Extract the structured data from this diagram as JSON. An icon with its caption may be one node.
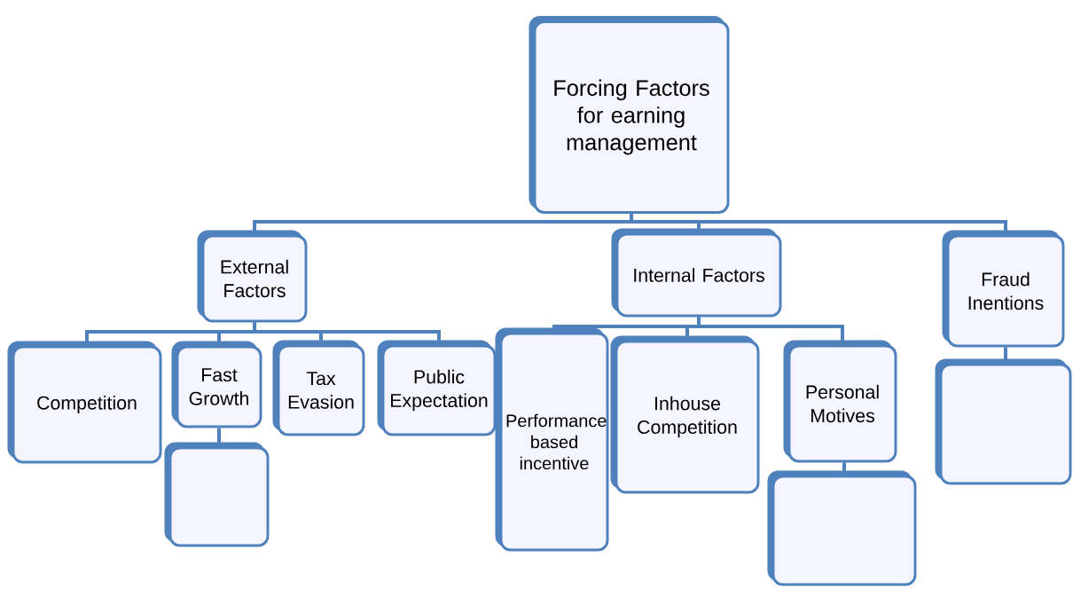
{
  "diagram": {
    "nodes": [
      {
        "text": [
          "Forcing Factors for earning management"
        ]
      },
      {
        "text": [
          "External Factors"
        ]
      },
      {
        "text": [
          "Internal Factors"
        ]
      },
      {
        "text": [
          "Fraud Inentions"
        ]
      },
      {
        "text": [
          "Competition"
        ]
      },
      {
        "text": [
          "Fast Growth"
        ]
      },
      {
        "text": [
          "Tax Evasion"
        ]
      },
      {
        "text": [
          "Public Expectation"
        ]
      },
      {
        "text": [],
        "shape": "box"
      },
      {
        "text": [
          "Performance based incentive"
        ]
      },
      {
        "text": [
          "Inhouse Competition"
        ]
      },
      {
        "text": [
          "Personal Motives"
        ]
      },
      {
        "text": [],
        "shape": "box"
      },
      {
        "text": [],
        "shape": "box"
      }
    ],
    "edges": [
      {
        "from": 0,
        "to": 1,
        "arrow": "none"
      },
      {
        "from": 0,
        "to": 2,
        "arrow": "none"
      },
      {
        "from": 0,
        "to": 3,
        "arrow": "none"
      },
      {
        "from": 1,
        "to": 4,
        "arrow": "none"
      },
      {
        "from": 1,
        "to": 5,
        "arrow": "none"
      },
      {
        "from": 1,
        "to": 6,
        "arrow": "none"
      },
      {
        "from": 1,
        "to": 7,
        "arrow": "none"
      },
      {
        "from": 5,
        "to": 8,
        "arrow": "none"
      },
      {
        "from": 2,
        "to": 9,
        "arrow": "none"
      },
      {
        "from": 2,
        "to": 10,
        "arrow": "none"
      },
      {
        "from": 2,
        "to": 11,
        "arrow": "none"
      },
      {
        "from": 11,
        "to": 12,
        "arrow": "none"
      },
      {
        "from": 3,
        "to": 13,
        "arrow": "none"
      }
    ]
  }
}
